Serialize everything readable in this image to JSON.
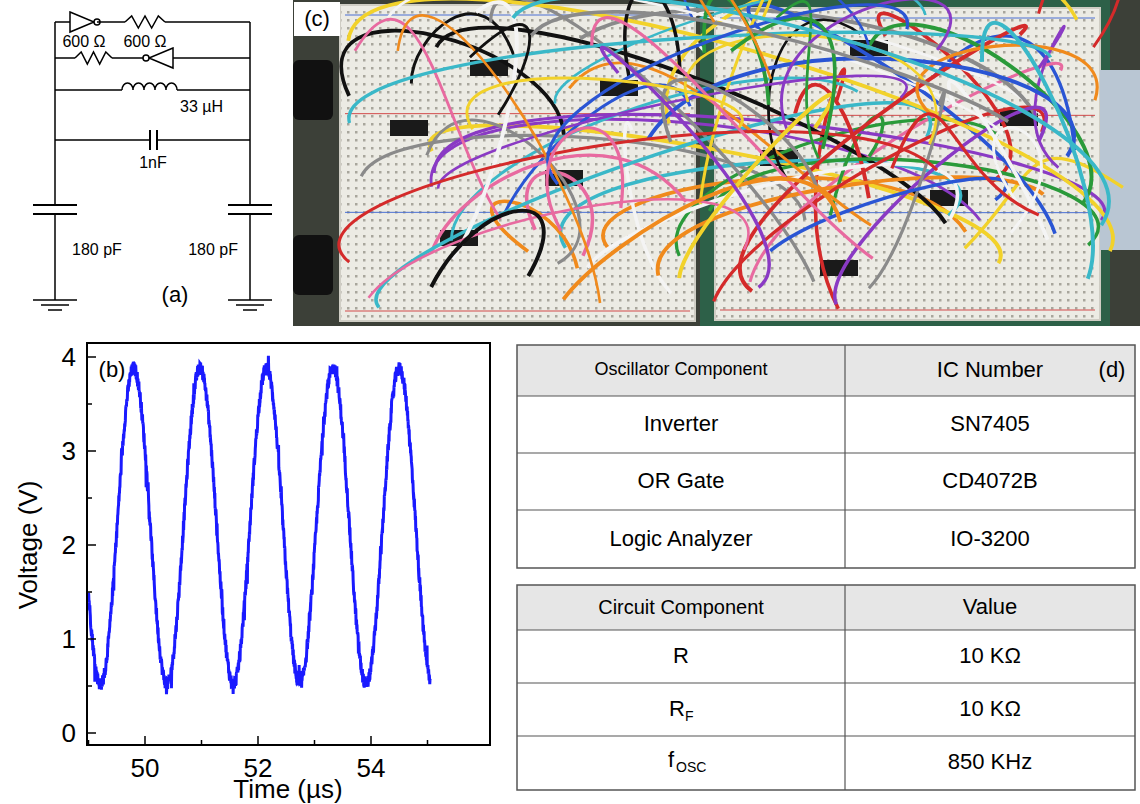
{
  "diagram": {
    "labels": [
      "600 Ω",
      "600 Ω",
      "33 µH",
      "1nF",
      "180 pF",
      "180 pF",
      "(a)",
      "(c)",
      "(b)",
      "4",
      "3",
      "2",
      "1",
      "0",
      "Voltage (V)",
      "50",
      "52",
      "54",
      "Time (µs)",
      "Oscillator Component",
      "IC Number",
      "(d)",
      "Inverter",
      "SN7405",
      "OR Gate",
      "CD4072B",
      "Logic Analyzer",
      "IO-3200",
      "Circuit Component",
      "Value",
      "R",
      "10 KΩ",
      "R",
      "F",
      "10 KΩ",
      "f",
      "OSC",
      "850 KHz"
    ]
  }
}
